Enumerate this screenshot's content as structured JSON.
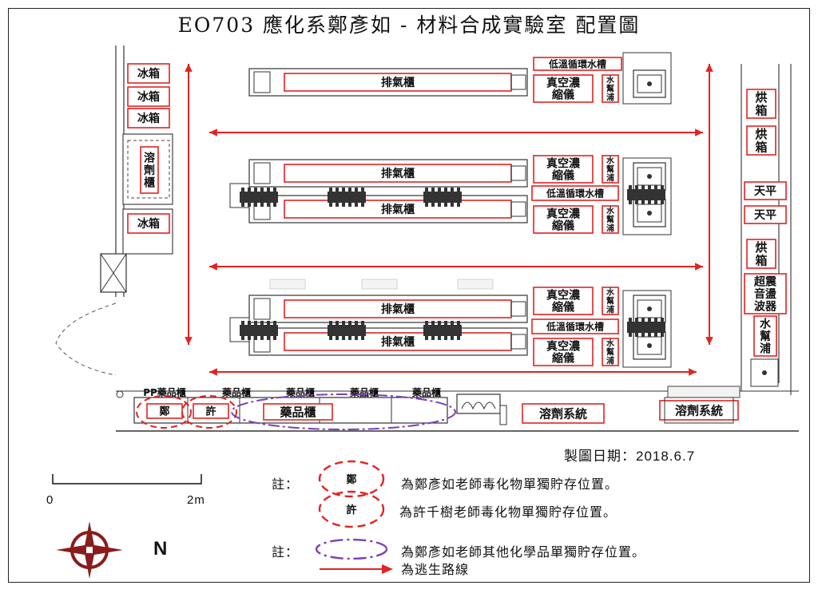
{
  "title": "EO703 應化系鄭彥如 - 材料合成實驗室 配置圖",
  "labels": {
    "fridge": "冰箱",
    "solvent_cabinet": "溶劑櫃",
    "fume_hood": "排氣櫃",
    "rotavap": "真空濃縮儀",
    "water_pump": "水幫浦",
    "chiller": "低溫循環水槽",
    "oven": "烘箱",
    "balance": "天平",
    "ultrasonic": "超震音盪波器",
    "solvent_system": "溶劑系統",
    "chem_cabinet": "藥品櫃",
    "pp_cabinet": "PP藥品櫃",
    "zheng_mark": "鄭",
    "xu_mark": "許"
  },
  "date_label": "製圖日期：2018.6.7",
  "scale": {
    "zero": "0",
    "end": "2m"
  },
  "compass": "N",
  "notes": {
    "prefix": "註：",
    "zheng": "為鄭彥如老師毒化物單獨貯存位置。",
    "xu": "為許千樹老師毒化物單獨貯存位置。",
    "other": "為鄭彥如老師其他化學品單獨貯存位置。",
    "escape": "為逃生路線"
  },
  "colors": {
    "red": "#e32222",
    "purple": "#7b3fb8",
    "compass": "#8a1c1c"
  }
}
